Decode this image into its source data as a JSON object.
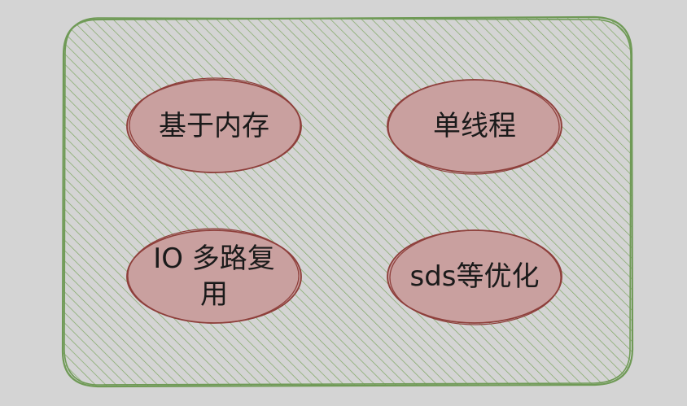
{
  "colors": {
    "background": "#d4d4d4",
    "container_stroke": "#6f9a56",
    "container_hatch": "#7fa764",
    "node_fill": "#c9a09f",
    "node_stroke": "#8e3f3b",
    "text": "#1a1a1a"
  },
  "nodes": [
    {
      "label": "基于内存"
    },
    {
      "label": "单线程"
    },
    {
      "label": "IO 多路复用"
    },
    {
      "label": "sds等优化"
    }
  ]
}
